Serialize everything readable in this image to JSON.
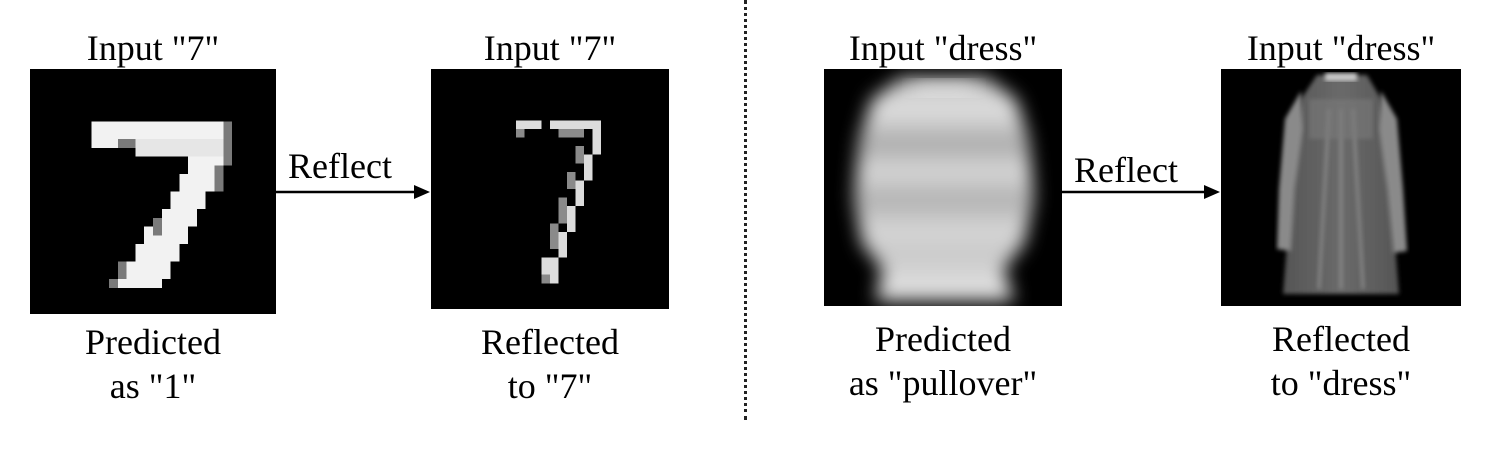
{
  "left_panel": {
    "input_image": {
      "title": "Input \"7\"",
      "caption_line1": "Predicted",
      "caption_line2": "as \"1\""
    },
    "arrow_label": "Reflect",
    "output_image": {
      "title": "Input \"7\"",
      "caption_line1": "Reflected",
      "caption_line2": "to \"7\""
    }
  },
  "right_panel": {
    "input_image": {
      "title": "Input \"dress\"",
      "caption_line1": "Predicted",
      "caption_line2": "as \"pullover\""
    },
    "arrow_label": "Reflect",
    "output_image": {
      "title": "Input \"dress\"",
      "caption_line1": "Reflected",
      "caption_line2": "to \"dress\""
    }
  },
  "colors": {
    "image_background": "#000000",
    "stroke": "#000000"
  }
}
